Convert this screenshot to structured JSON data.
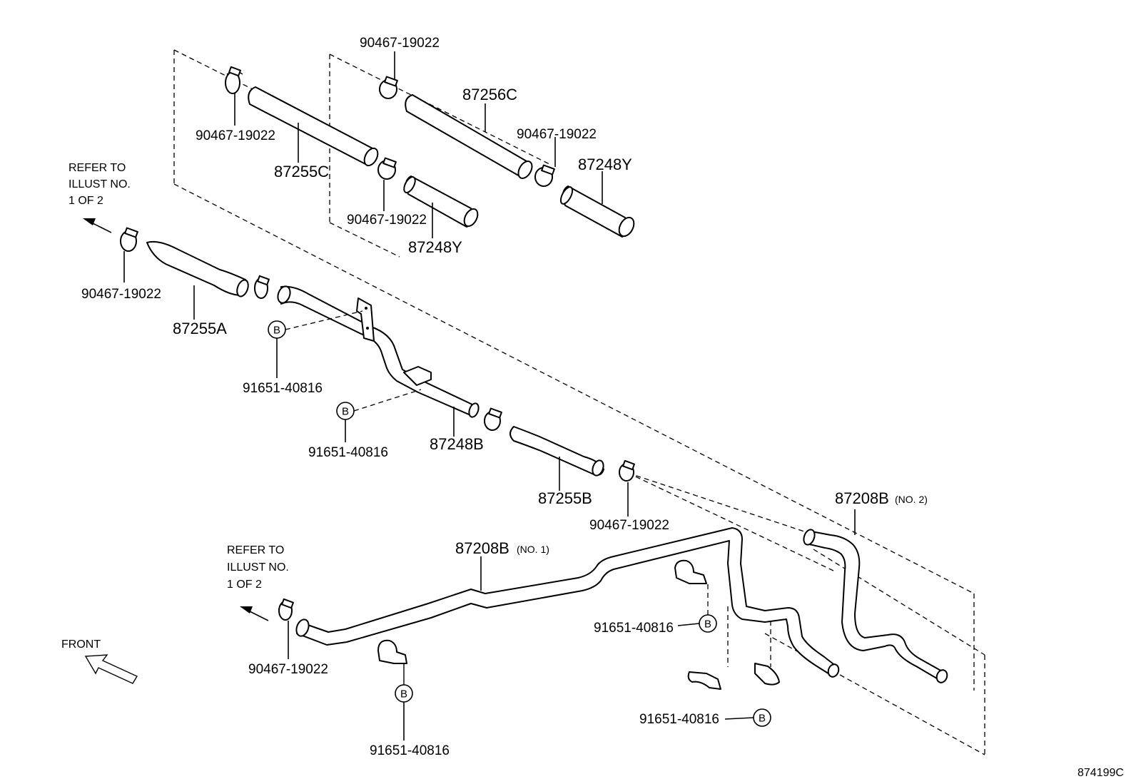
{
  "labels": {
    "clamp_top_center": "90467-19022",
    "clamp_top_left": "90467-19022",
    "clamp_right": "90467-19022",
    "clamp_mid": "90467-19022",
    "clamp_left_inlet": "90467-19022",
    "clamp_b_lower": "90467-19022",
    "clamp_bottom_left": "90467-19022",
    "hose_255c": "87255C",
    "hose_256c": "87256C",
    "hose_248y_right": "87248Y",
    "hose_248y_mid": "87248Y",
    "hose_255a": "87255A",
    "pipe_248b": "87248B",
    "hose_255b": "87255B",
    "pipe_208b_no2": "87208B",
    "pipe_208b_no2_suffix": "(NO. 2)",
    "pipe_208b_no1": "87208B",
    "pipe_208b_no1_suffix": "(NO. 1)",
    "bolt_1": "91651-40816",
    "bolt_2": "91651-40816",
    "bolt_3": "91651-40816",
    "bolt_4": "91651-40816",
    "bolt_5": "91651-40816",
    "bolt_marker": "B",
    "front": "FRONT",
    "illustration_id": "874199C"
  },
  "refer_upper": [
    "REFER TO",
    "ILLUST NO.",
    "1 OF 2"
  ],
  "refer_lower": [
    "REFER TO",
    "ILLUST NO.",
    "1 OF 2"
  ]
}
